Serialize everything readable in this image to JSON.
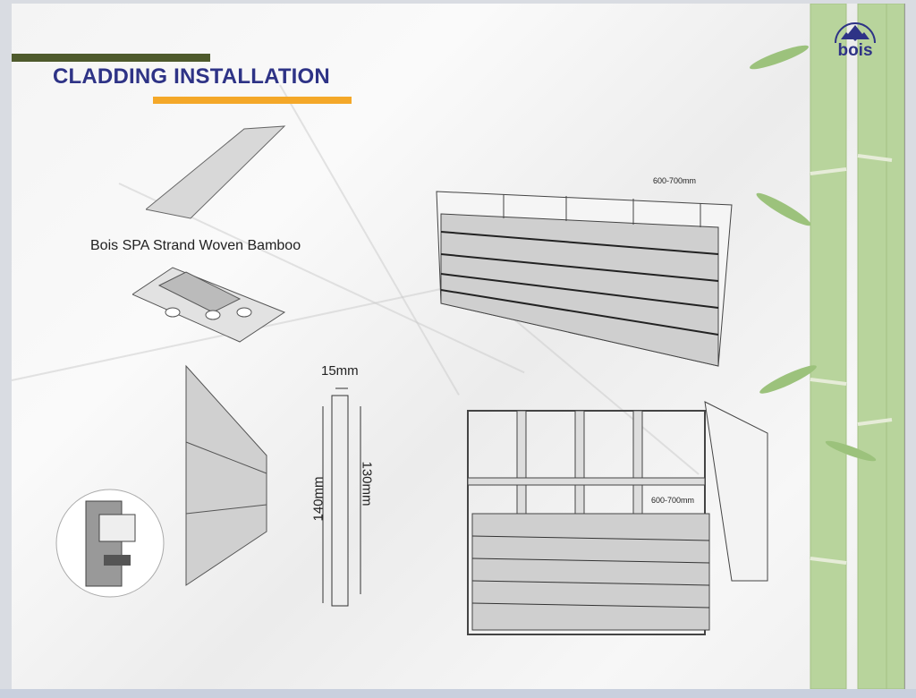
{
  "page": {
    "title": "CLADDING INSTALLATION",
    "product_caption": "Bois SPA Strand Woven Bamboo",
    "profile_dimensions": {
      "thickness": "15mm",
      "total_height": "140mm",
      "cover_height": "130mm"
    },
    "stud_spacing_top": "600-700mm",
    "stud_spacing_bottom": "600-700mm",
    "logo": "bois"
  },
  "colors": {
    "title": "#2e3386",
    "accent_bar": "#f4a829",
    "top_bar": "#4e5a2c",
    "bamboo": "#a9c98a"
  }
}
